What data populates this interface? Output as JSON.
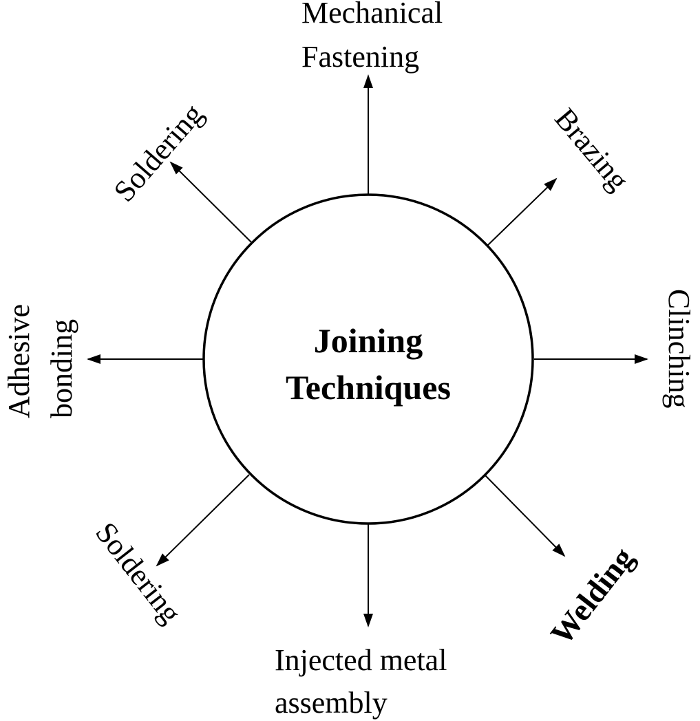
{
  "center": {
    "lines": [
      "Joining",
      "Techniques"
    ]
  },
  "branches": [
    {
      "id": "mechanical-fastening",
      "direction": "up",
      "lines": [
        "Mechanical",
        "Fastening"
      ],
      "bold": false
    },
    {
      "id": "brazing",
      "direction": "up-right",
      "lines": [
        "Brazing"
      ],
      "bold": false
    },
    {
      "id": "clinching",
      "direction": "right",
      "lines": [
        "Clinching"
      ],
      "bold": false
    },
    {
      "id": "welding",
      "direction": "down-right",
      "lines": [
        "Welding"
      ],
      "bold": true
    },
    {
      "id": "injected-metal-assembly",
      "direction": "down",
      "lines": [
        "Injected metal",
        "assembly"
      ],
      "bold": false
    },
    {
      "id": "soldering-lower",
      "direction": "down-left",
      "lines": [
        "Soldering"
      ],
      "bold": false
    },
    {
      "id": "adhesive-bonding",
      "direction": "left",
      "lines": [
        "Adhesive",
        "bonding"
      ],
      "bold": false
    },
    {
      "id": "soldering-upper",
      "direction": "up-left",
      "lines": [
        "Soldering"
      ],
      "bold": false
    }
  ],
  "colors": {
    "stroke": "#000000",
    "background": "#ffffff"
  }
}
